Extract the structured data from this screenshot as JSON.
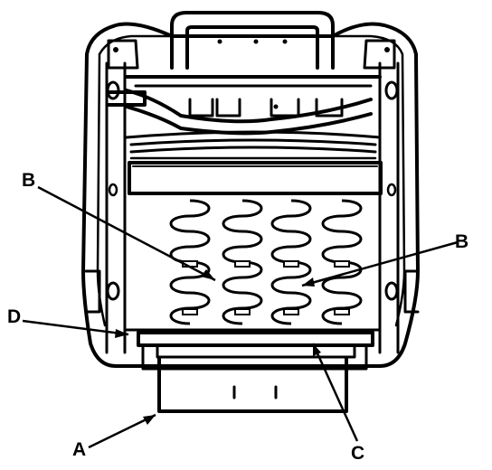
{
  "diagram": {
    "labels": {
      "a": "A",
      "b_left": "B",
      "b_right": "B",
      "c": "C",
      "d": "D"
    }
  }
}
